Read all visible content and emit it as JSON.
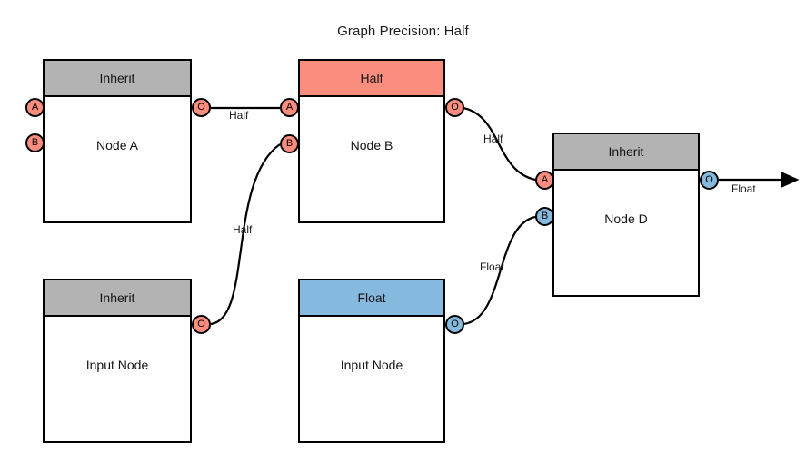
{
  "title": "Graph Precision: Half",
  "palette": {
    "inherit_header": "#b3b3b3",
    "half_header": "#fb8d7e",
    "float_header": "#86b9de",
    "half_port": "#fb8d7e",
    "float_port": "#86b9de",
    "outline": "#000000",
    "background": "#ffffff"
  },
  "nodes": [
    {
      "id": "node-a",
      "name": "Node A",
      "header": "Inherit",
      "header_kind": "inherit",
      "inputs": [
        {
          "label": "A",
          "kind": "half"
        },
        {
          "label": "B",
          "kind": "half"
        }
      ],
      "outputs": [
        {
          "label": "O",
          "kind": "half"
        }
      ]
    },
    {
      "id": "node-b",
      "name": "Node B",
      "header": "Half",
      "header_kind": "half",
      "inputs": [
        {
          "label": "A",
          "kind": "half"
        },
        {
          "label": "B",
          "kind": "half"
        }
      ],
      "outputs": [
        {
          "label": "O",
          "kind": "half"
        }
      ]
    },
    {
      "id": "node-d",
      "name": "Node D",
      "header": "Inherit",
      "header_kind": "inherit",
      "inputs": [
        {
          "label": "A",
          "kind": "half"
        },
        {
          "label": "B",
          "kind": "float"
        }
      ],
      "outputs": [
        {
          "label": "O",
          "kind": "float"
        }
      ]
    },
    {
      "id": "input-node-left",
      "name": "Input Node",
      "header": "Inherit",
      "header_kind": "inherit",
      "inputs": [],
      "outputs": [
        {
          "label": "O",
          "kind": "half"
        }
      ]
    },
    {
      "id": "input-node-middle",
      "name": "Input Node",
      "header": "Float",
      "header_kind": "float",
      "inputs": [],
      "outputs": [
        {
          "label": "O",
          "kind": "float"
        }
      ]
    }
  ],
  "edges": [
    {
      "id": "edge-a-to-b-a",
      "from": "node-a.O",
      "to": "node-b.A",
      "label": "Half"
    },
    {
      "id": "edge-inputleft-to-b-b",
      "from": "input-node-left.O",
      "to": "node-b.B",
      "label": "Half"
    },
    {
      "id": "edge-b-to-d-a",
      "from": "node-b.O",
      "to": "node-d.A",
      "label": "Half"
    },
    {
      "id": "edge-inputmid-to-d-b",
      "from": "input-node-middle.O",
      "to": "node-d.B",
      "label": "Float"
    },
    {
      "id": "edge-d-out",
      "from": "node-d.O",
      "to": "graph-output",
      "label": "Float"
    }
  ]
}
